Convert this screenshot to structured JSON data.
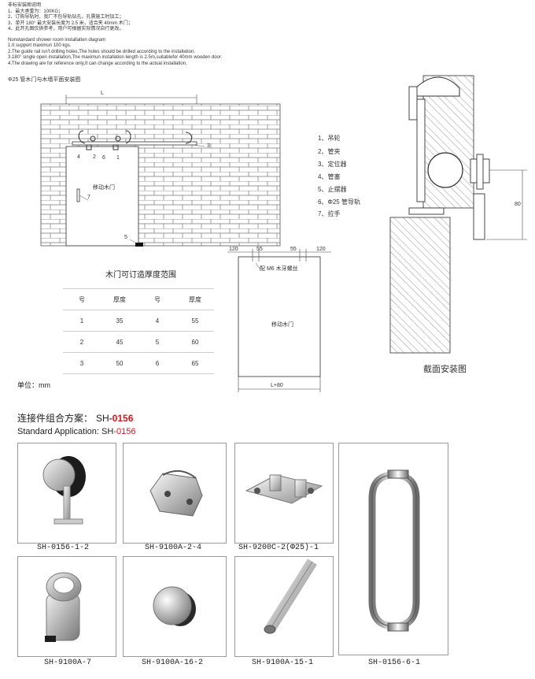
{
  "notes": {
    "title_cn": "非标安装图说明",
    "cn_lines": [
      "1、最大承重为：100KG；",
      "2、订购导轨时，我厂不包导轨钻孔，孔需施工时加工；",
      "3、单开 180° 最大安装长度为 2.5 米，适合夹 40mm 木门；",
      "4、此开孔图仅供参考，用户可根据实际情况自行更改。"
    ],
    "title_en": "Nonstandard shower room installation diagram",
    "en_lines": [
      "1.It support maximun 100 kgs.",
      "2.The guide rail isn't drilling holes,The holes should be drilled according to the installation.",
      "3.180°  single open installation,The maximun installation length is 2.5m,suitablefor 40mm wooden door.",
      "4.The drawing are for reference only,It can change according to the actual installation."
    ]
  },
  "elevation": {
    "title": "Φ25 管木门与木墙平面安装图",
    "dim_L": "L",
    "door_label": "移动木门",
    "callouts": [
      "3",
      "4",
      "2",
      "6",
      "1",
      "7",
      "5"
    ]
  },
  "legend": [
    "1、吊轮",
    "2、管夹",
    "3、定位器",
    "4、管塞",
    "5、止摆器",
    "6、Φ25 管导轨",
    "7、拉手"
  ],
  "thickness_table": {
    "title": "木门可订造厚度范围",
    "headers": [
      "号",
      "厚度",
      "号",
      "厚度"
    ],
    "rows": [
      [
        "1",
        "35",
        "4",
        "55"
      ],
      [
        "2",
        "45",
        "5",
        "60"
      ],
      [
        "3",
        "50",
        "6",
        "65"
      ]
    ],
    "unit": "单位：mm"
  },
  "door_front": {
    "dims": [
      "120",
      "55",
      "55",
      "120"
    ],
    "bolt_note": "配 M6 木牙螺丝",
    "door_label": "移动木门",
    "width_label": "L+80"
  },
  "section": {
    "dim": "80",
    "title": "截面安装图"
  },
  "application": {
    "cn_label": "连接件组合方案：",
    "code_prefix": "SH",
    "code_suffix": "-0156",
    "en_label": "Standard Application: ",
    "en_code_prefix": "SH",
    "en_code_suffix": "-0156"
  },
  "products": [
    {
      "code": "SH-0156-1-2",
      "icon": "roller-wheel-icon"
    },
    {
      "code": "SH-9100A-2-4",
      "icon": "tube-clamp-icon"
    },
    {
      "code": "SH-9200C-2(Φ25)-1",
      "icon": "locator-icon"
    },
    {
      "code": "SH-0156-6-1",
      "icon": "pull-handle-icon"
    },
    {
      "code": "SH-9100A-7",
      "icon": "swing-stopper-icon"
    },
    {
      "code": "SH-9100A-16-2",
      "icon": "tube-plug-icon"
    },
    {
      "code": "SH-9100A-15-1",
      "icon": "guide-rail-tube-icon"
    }
  ],
  "colors": {
    "accent_red": "#d4161c",
    "line": "#333333",
    "metal_light": "#e8e8e8",
    "metal_dark": "#7a7a7a"
  }
}
